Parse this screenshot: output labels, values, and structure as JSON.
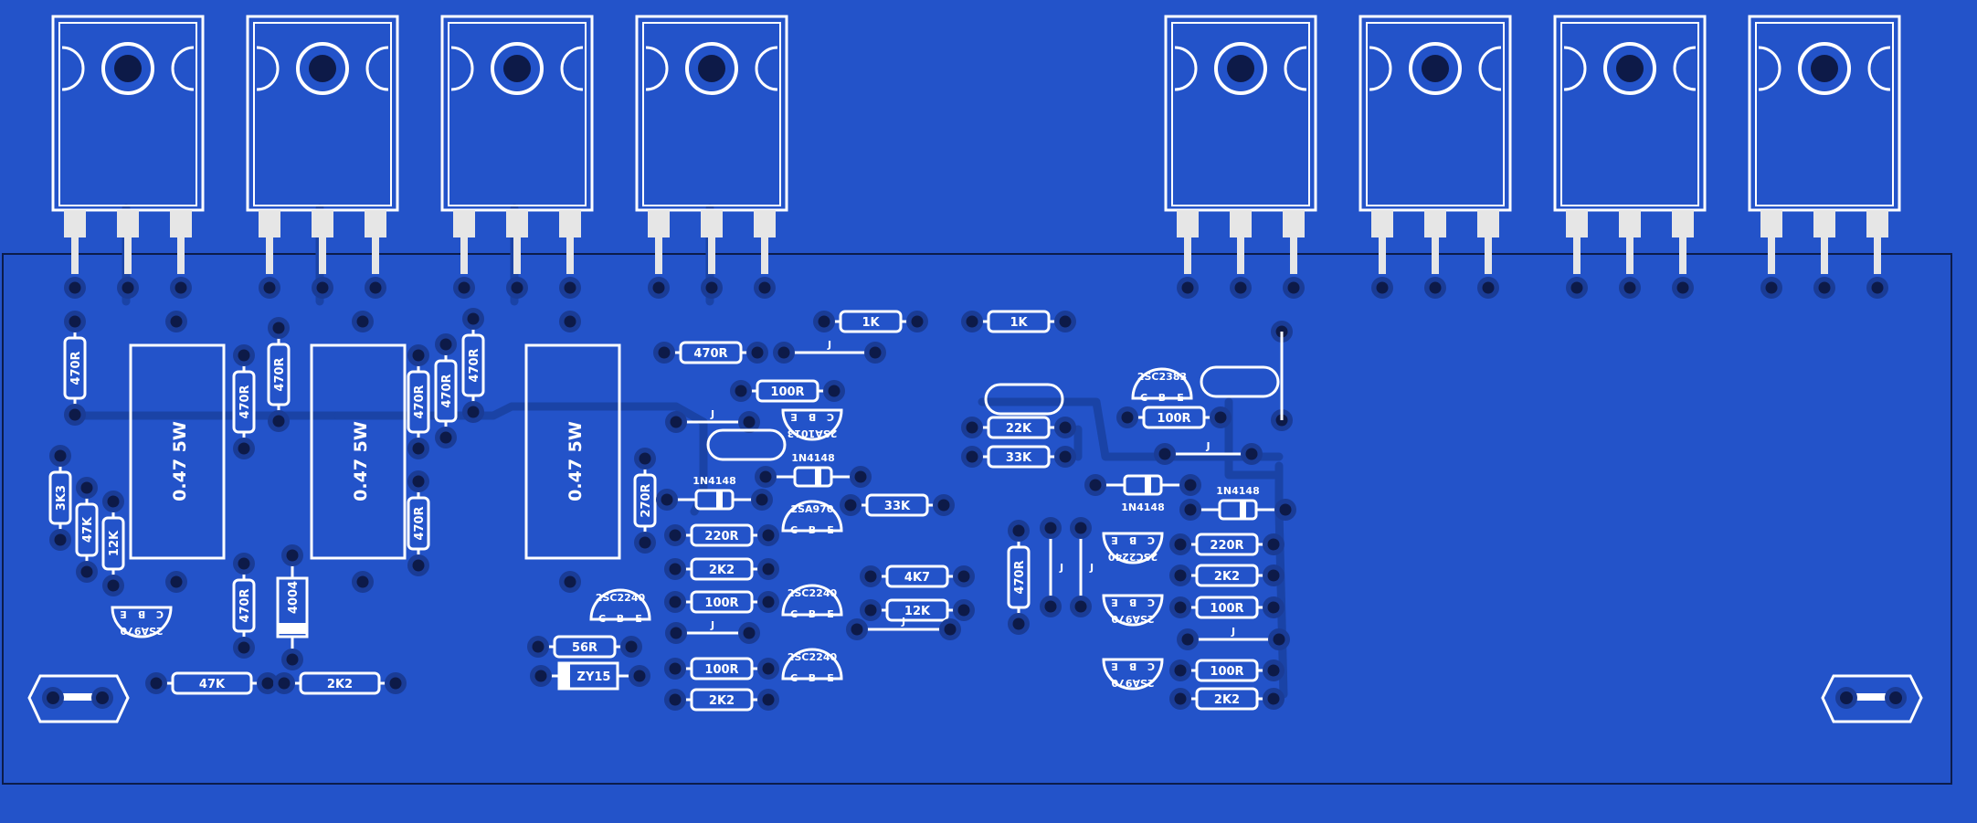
{
  "board": {
    "background": "#2353c9",
    "track_color": "#1a43a6",
    "pad_ring": "#1a3c96",
    "silk_color": "#ffffff"
  },
  "power_transistors_left": [
    "",
    "",
    "",
    ""
  ],
  "power_transistors_right": [
    "",
    "",
    "",
    ""
  ],
  "emitter_resistors": [
    "0.47 5W",
    "0.47 5W",
    "0.47 5W"
  ],
  "resistors": {
    "r_470_a": "470R",
    "r_470_b": "470R",
    "r_470_c": "470R",
    "r_470_d": "470R",
    "r_470_e": "470R",
    "r_470_f": "470R",
    "r_470_g": "470R",
    "r_470_h": "470R",
    "r_470_i": "470R",
    "r_470_j": "470R",
    "r_3k3": "3K3",
    "r_47k_v": "47K",
    "r_12k_v": "12K",
    "r_47k_h": "47K",
    "r_2k2_bl": "2K2",
    "r_270": "270R",
    "r_1k_a": "1K",
    "r_1k_b": "1K",
    "r_100_top": "100R",
    "r_22k": "22K",
    "r_33k": "33K",
    "r_100_right": "100R",
    "r_220_l": "220R",
    "r_2k2_l1": "2K2",
    "r_100_l1": "100R",
    "r_100_l2": "100R",
    "r_2k2_l2": "2K2",
    "r_33k_mid": "33K",
    "r_4k7": "4K7",
    "r_12k_mid": "12K",
    "r_56": "56R",
    "r_220_r": "220R",
    "r_2k2_r1": "2K2",
    "r_100_r1": "100R",
    "r_100_r2": "100R",
    "r_2k2_r2": "2K2"
  },
  "diodes": {
    "d_1n4148_a": "1N4148",
    "d_1n4148_b": "1N4148",
    "d_1n4148_c": "1N4148",
    "d_1n4148_d": "1N4148",
    "d_4004": "4004",
    "zener": "ZY15"
  },
  "small_transistors": {
    "q_2sa970_left": "2SA970",
    "q_2sa1013": "2SA1013",
    "q_2sa970_mid": "2SA970",
    "q_2sc2240_a": "2SC2240",
    "q_2sc2240_b": "2SC2240",
    "q_2sc2240_c": "2SC2240",
    "q_2sc2383": "2SC2383",
    "q_2sc2240_r": "2SC2240",
    "q_2sa970_r1": "2SA970",
    "q_2sa970_r2": "2SA970"
  },
  "pin_letters": {
    "c": "C",
    "b": "B",
    "e": "E"
  },
  "jumper_mark": "J"
}
